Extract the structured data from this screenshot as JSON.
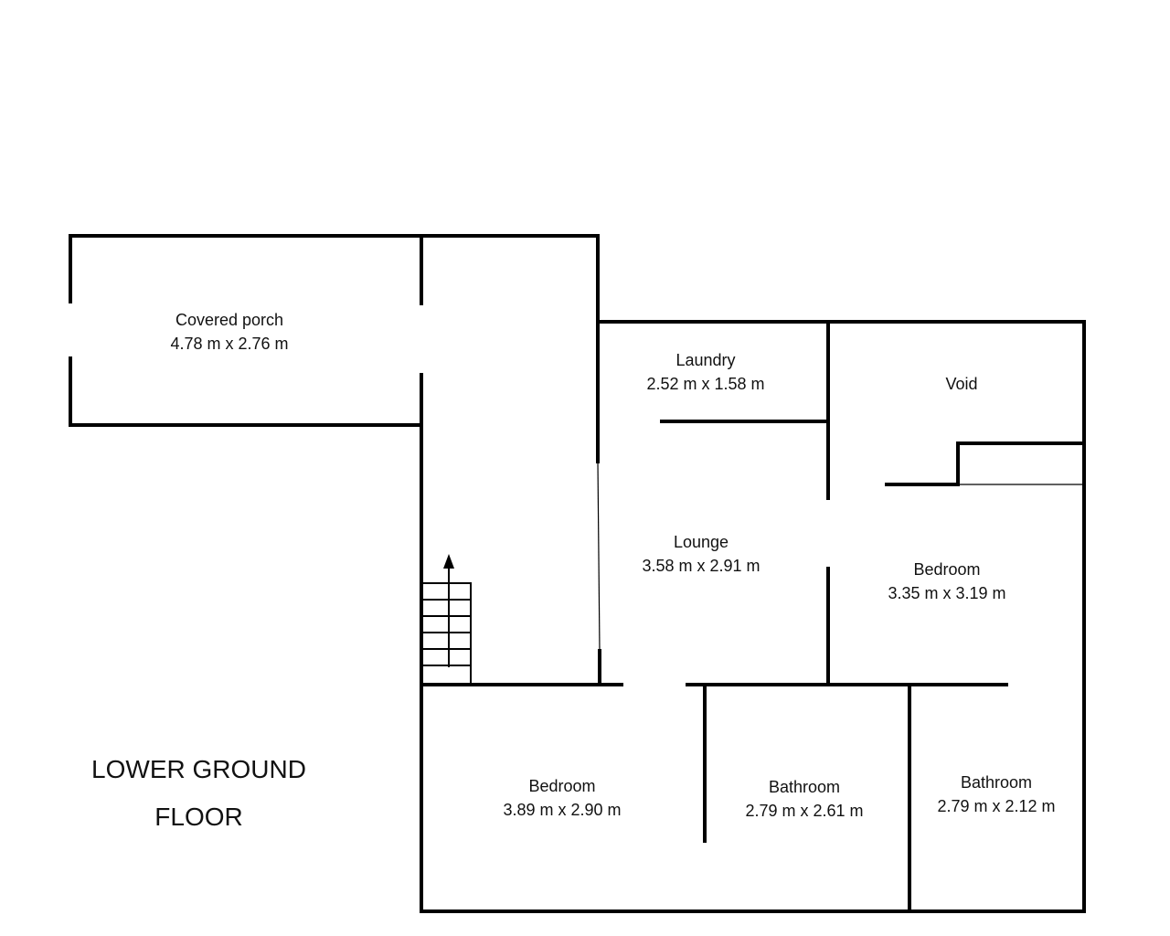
{
  "floor_title": [
    "LOWER GROUND",
    "FLOOR"
  ],
  "rooms": [
    {
      "name": "Covered porch",
      "dims": "4.78 m x 2.76 m"
    },
    {
      "name": "Laundry",
      "dims": "2.52 m x 1.58 m"
    },
    {
      "name": "Void",
      "dims": ""
    },
    {
      "name": "Lounge",
      "dims": "3.58 m x 2.91 m"
    },
    {
      "name": "Bedroom",
      "dims": "3.35 m x 3.19 m"
    },
    {
      "name": "Bedroom",
      "dims": "3.89 m x 2.90 m"
    },
    {
      "name": "Bathroom",
      "dims": "2.79 m x 2.61 m"
    },
    {
      "name": "Bathroom",
      "dims": "2.79 m x 2.12 m"
    }
  ],
  "stair_direction": "up"
}
